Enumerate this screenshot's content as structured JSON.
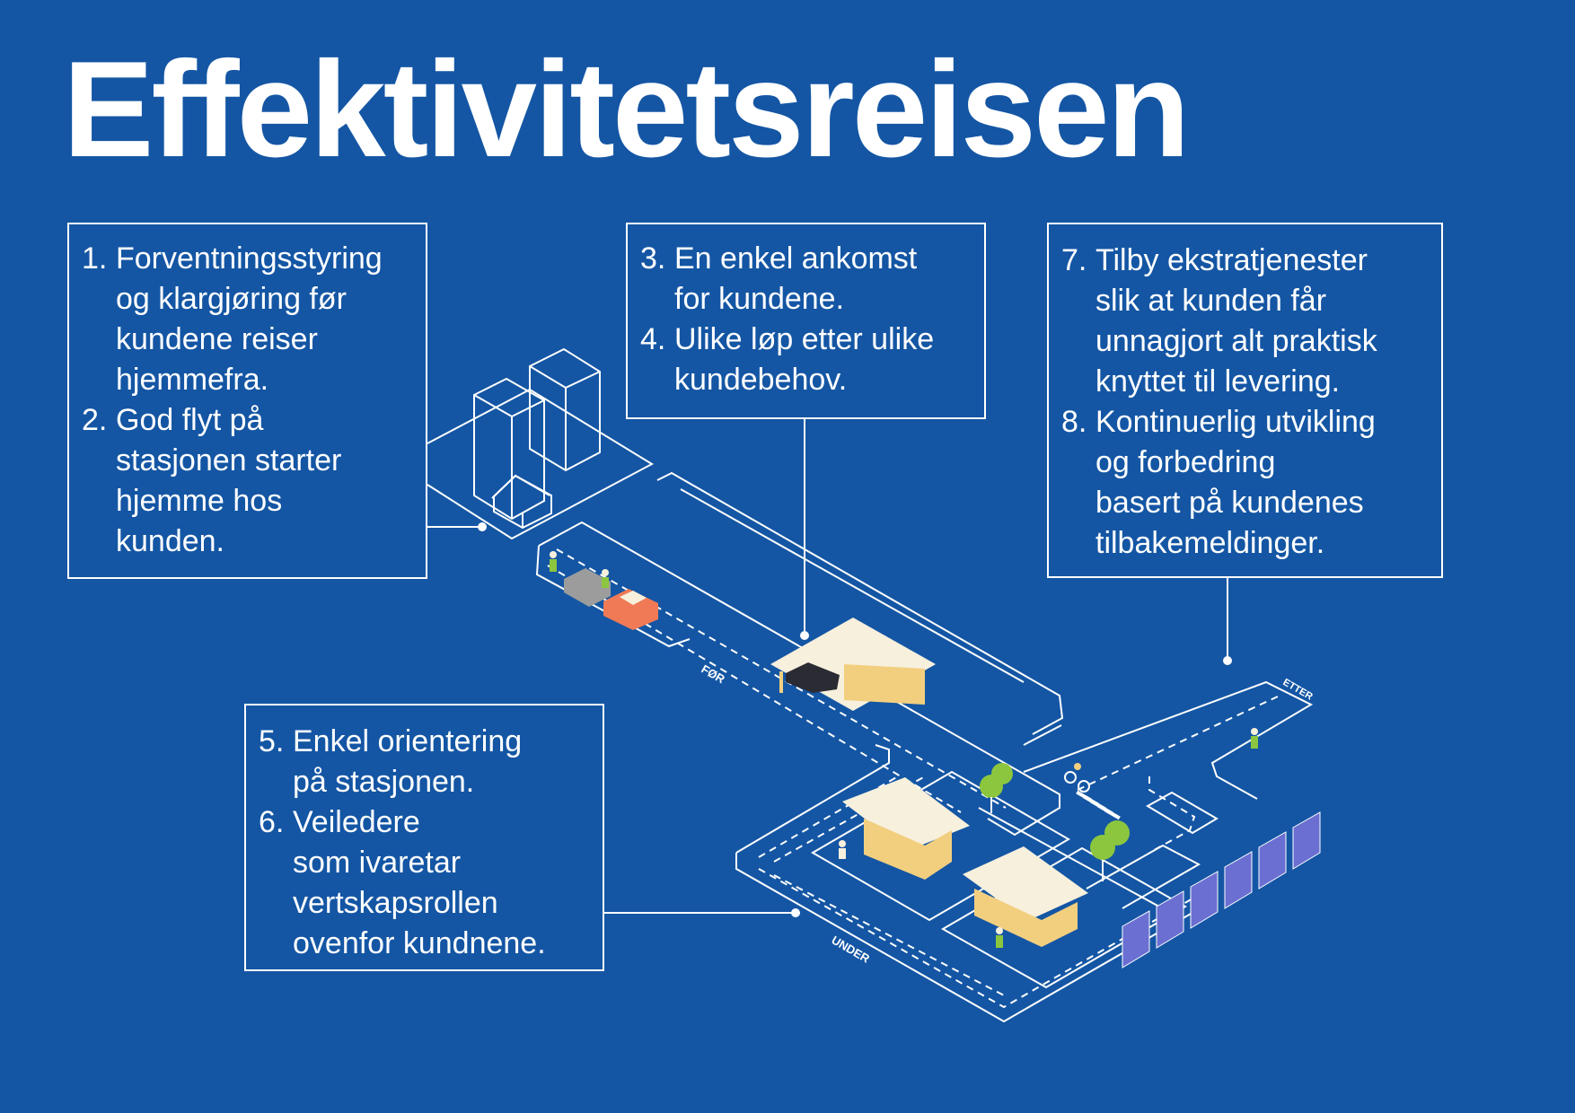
{
  "title": "Effektivitetsreisen",
  "boxes": {
    "b1": [
      {
        "num": "1.",
        "text": "Forventningsstyring\nog klargjøring før\nkundene reiser\nhjemmefra."
      },
      {
        "num": "2.",
        "text": "God flyt på\nstasjonen starter\nhjemme hos\nkunden."
      }
    ],
    "b2": [
      {
        "num": "3.",
        "text": "En enkel ankomst\nfor kundene."
      },
      {
        "num": "4.",
        "text": "Ulike løp etter ulike\nkundebehov."
      }
    ],
    "b3": [
      {
        "num": "7.",
        "text": "Tilby ekstratjenester\nslik at kunden får\nunnagjort alt praktisk\nknyttet til levering."
      },
      {
        "num": "8.",
        "text": "Kontinuerlig utvikling\nog forbedring\nbasert på kundenes\ntilbakemeldinger."
      }
    ],
    "b4": [
      {
        "num": "5.",
        "text": "Enkel orientering\npå stasjonen."
      },
      {
        "num": "6.",
        "text": "Veiledere\nsom ivaretar\nvertskapsrollen\novenfor kundnene."
      }
    ]
  },
  "road_labels": {
    "before": "FØR",
    "during": "UNDER",
    "after": "ETTER"
  },
  "colors": {
    "background": "#1456a4",
    "line": "#ffffff",
    "roof": "#f7f0dd",
    "wall": "#f2cf7f",
    "tree": "#8cc63f",
    "car": "#f07a55",
    "wall_panel": "#6a6fd1"
  }
}
